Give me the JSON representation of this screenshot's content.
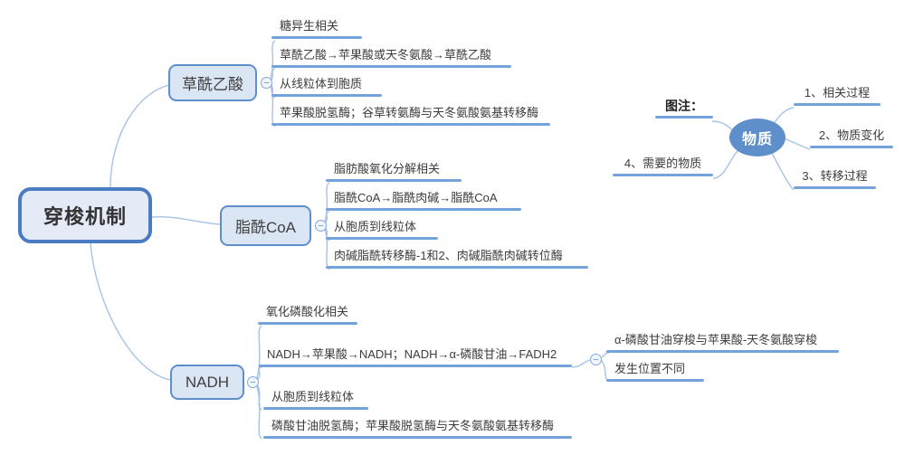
{
  "root_label": "穿梭机制",
  "branches": [
    {
      "label": "草酰乙酸",
      "children": [
        "糖异生相关",
        "草酰乙酸→苹果酸或天冬氨酸→草酰乙酸",
        "从线粒体到胞质",
        "苹果酸脱氢酶；谷草转氨酶与天冬氨酸氨基转移酶"
      ]
    },
    {
      "label": "脂酰CoA",
      "children": [
        "脂肪酸氧化分解相关",
        "脂酰CoA→脂酰肉碱→脂酰CoA",
        "从胞质到线粒体",
        "肉碱脂酰转移酶-1和2、肉碱脂酰肉碱转位酶"
      ]
    },
    {
      "label": "NADH",
      "children": [
        "氧化磷酸化相关",
        "NADH→苹果酸→NADH；NADH→α-磷酸甘油→FADH2",
        "从胞质到线粒体",
        "磷酸甘油脱氢酶；苹果酸脱氢酶与天冬氨酸氨基转移酶"
      ],
      "grandchildren": [
        "α-磷酸甘油穿梭与苹果酸-天冬氨酸穿梭",
        "发生位置不同"
      ]
    }
  ],
  "legend": {
    "title": "图注：",
    "center": "物质",
    "items": [
      "1、相关过程",
      "2、物质变化",
      "3、转移过程",
      "4、需要的物质"
    ]
  },
  "icons": {
    "collapse_minus": "−"
  },
  "colors": {
    "root_border": "#4A7CC2",
    "topic_border": "#5E8FCB",
    "topic_fill": "#DBE6F4",
    "underline_bar": "#74A3DC",
    "connector_line": "#A6C3E6",
    "legend_ellipse_fill": "#5E8FCB",
    "text": "#3D3D3D"
  }
}
